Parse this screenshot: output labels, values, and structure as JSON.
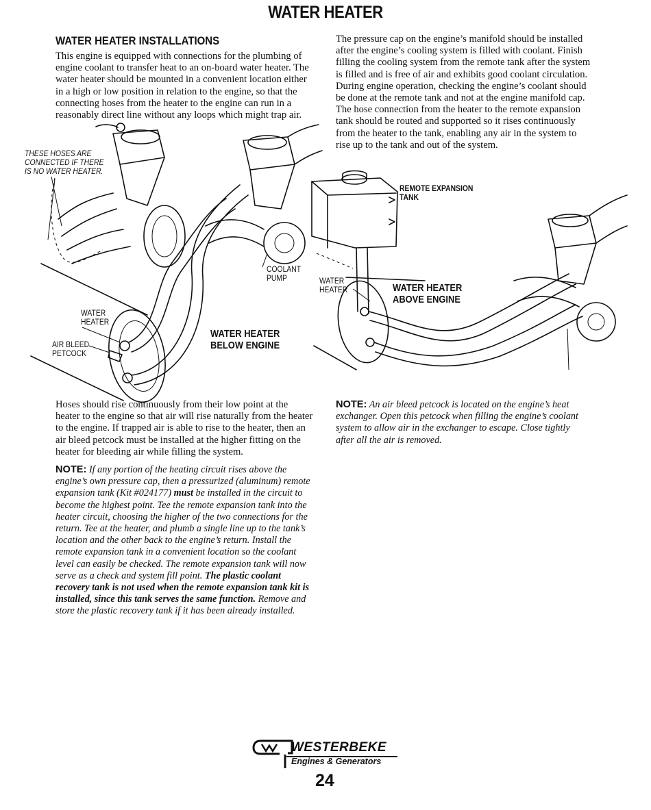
{
  "page": {
    "title": "WATER HEATER",
    "number": "24"
  },
  "left_column": {
    "heading": "WATER HEATER INSTALLATIONS",
    "intro": "This engine is equipped with connections for the plumbing of engine coolant to transfer heat to an on-board water heater. The water heater should be mounted in a convenient location either in a high or low position in relation to the engine, so that the connecting hoses from the heater to the engine can run in a reasonably direct line without any loops which might trap air.",
    "hoses_paragraph": "Hoses should rise continuously from their low point at the heater to the engine so that air will rise naturally from the heater to the engine. If trapped air is able to rise to the heater, then an air bleed petcock must be installed at the higher fitting on the heater for bleeding air while filling the system.",
    "note": {
      "lead": "NOTE:",
      "part1": "If any portion of the heating circuit rises above the engine’s own pressure cap, then a pressurized (aluminum) remote expansion tank (Kit #024177)",
      "bold1": "must",
      "part2": "be installed in the circuit to become the highest point. Tee the remote expansion tank into the heater circuit, choosing the higher of the two connections for the return. Tee at the heater, and plumb a single line up to the tank’s location and the other back to the engine’s return. Install the remote expansion tank in a convenient location so the coolant level can easily be checked. The remote expansion tank will now serve as a check and system fill point.",
      "bold2": "The plastic coolant recovery tank is not used when the remote expansion tank kit is installed, since this tank serves the same function.",
      "part3": "Remove and store the plastic recovery tank if it has been already installed."
    }
  },
  "right_column": {
    "pressure_paragraph": "The pressure cap on the engine’s manifold should be installed after the engine’s cooling system is filled with coolant. Finish filling the cooling system from the remote tank after the system is filled and is free of air and exhibits good coolant circulation. During engine operation, checking the engine’s coolant should be done at the remote tank and not at the engine manifold cap. The hose connection from the heater to the remote expansion tank should be routed and supported so it rises continuously from the heater to the tank, enabling any air in the system to rise up to the tank and out of the system.",
    "note": {
      "lead": "NOTE:",
      "text": "An air bleed petcock is located on the engine’s heat exchanger. Open this petcock when filling the engine’s coolant system to allow air in the exchanger to escape. Close tightly after all the air is removed."
    }
  },
  "diagram_left": {
    "hoses_label_lines": [
      "THESE HOSES ARE",
      "CONNECTED IF THERE",
      "IS NO WATER HEATER."
    ],
    "coolant_pump_lines": [
      "COOLANT",
      "PUMP"
    ],
    "water_heater_lines": [
      "WATER",
      "HEATER"
    ],
    "air_bleed_lines": [
      "AIR BLEED",
      "PETCOCK"
    ],
    "caption_lines": [
      "WATER HEATER",
      "BELOW ENGINE"
    ]
  },
  "diagram_right": {
    "tank_label_lines": [
      "REMOTE EXPANSION",
      "TANK"
    ],
    "water_heater_lines": [
      "WATER",
      "HEATER"
    ],
    "caption_lines": [
      "WATER HEATER",
      "ABOVE ENGINE"
    ]
  },
  "footer": {
    "brand": "WESTERBEKE",
    "tagline": "Engines & Generators"
  }
}
